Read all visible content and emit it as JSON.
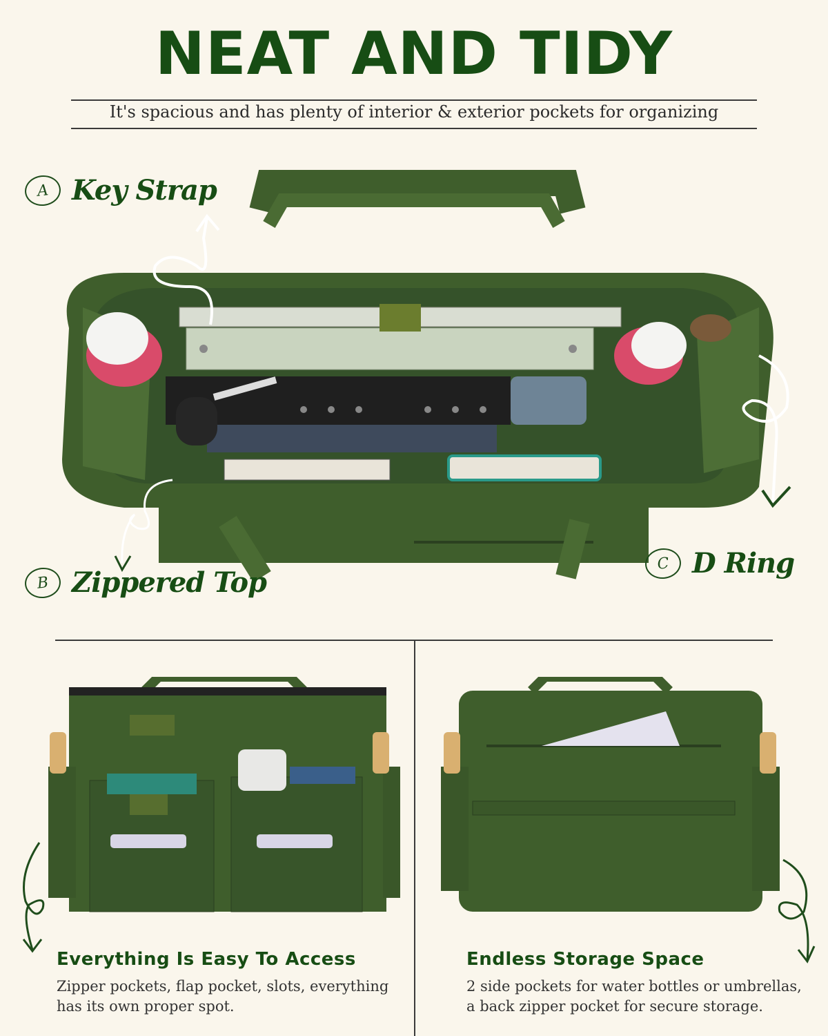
{
  "header": {
    "title": "NEAT AND TIDY",
    "subtitle": "It's spacious and has plenty of interior & exterior pockets for organizing"
  },
  "callouts": [
    {
      "badge": "A",
      "label": "Key Strap"
    },
    {
      "badge": "B",
      "label": "Zippered Top"
    },
    {
      "badge": "C",
      "label": "D Ring"
    }
  ],
  "panels": [
    {
      "heading": "Everything Is Easy To Access",
      "text": "Zipper pockets, flap pocket, slots, everything has its own proper spot."
    },
    {
      "heading": "Endless Storage Space",
      "text": "2 side pockets for water bottles or umbrellas, a back zipper pocket for secure storage."
    }
  ],
  "colors": {
    "background": "#faf6ec",
    "accent": "#174d14",
    "bag": "#3f5e2c"
  },
  "icons": {
    "arrow": "curly-arrow-icon"
  }
}
